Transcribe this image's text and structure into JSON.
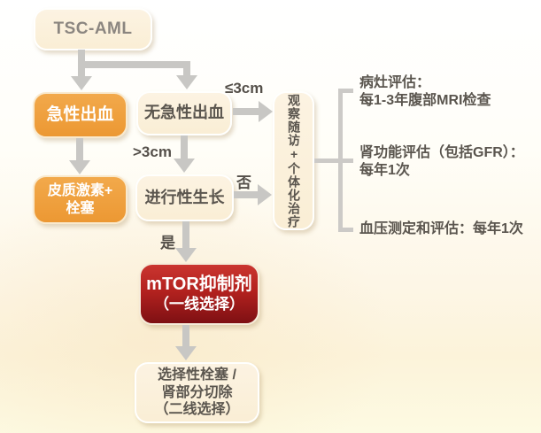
{
  "diagram": {
    "title_node": "TSC-AML",
    "nodes": {
      "tsc_aml": {
        "label": "TSC-AML"
      },
      "acute_bleeding": {
        "label": "急性出血"
      },
      "no_acute_bleeding": {
        "label": "无急性出血"
      },
      "corticosteroid_embolization": {
        "line1": "皮质激素+",
        "line2": "栓塞"
      },
      "progressive_growth": {
        "label": "进行性生长"
      },
      "observation_followup": {
        "label": "观察随访+个体化治疗"
      },
      "mtor_inhibitor": {
        "line1": "mTOR抑制剂",
        "line2": "（一线选择）"
      },
      "second_line": {
        "line1": "选择性栓塞 /",
        "line2": "肾部分切除",
        "line3": "（二线选择）"
      }
    },
    "edge_labels": {
      "le_3cm": "≤3cm",
      "gt_3cm": ">3cm",
      "no": "否",
      "yes": "是"
    },
    "followup_items": [
      {
        "line1": "病灶评估：",
        "line2": "每1-3年腹部MRI检查"
      },
      {
        "line1": "肾功能评估（包括GFR）：",
        "line2": "每年1次"
      },
      {
        "line1": "血压测定和评估：每年1次",
        "line2": ""
      }
    ],
    "colors": {
      "orange": "#EF9E3D",
      "cream": "#FBF0DC",
      "red_top": "#C5302C",
      "red_bottom": "#7E1013",
      "arrow_gray": "#C8C7C4",
      "text_dark": "#5A554E",
      "text_gray": "#8B8680"
    }
  }
}
